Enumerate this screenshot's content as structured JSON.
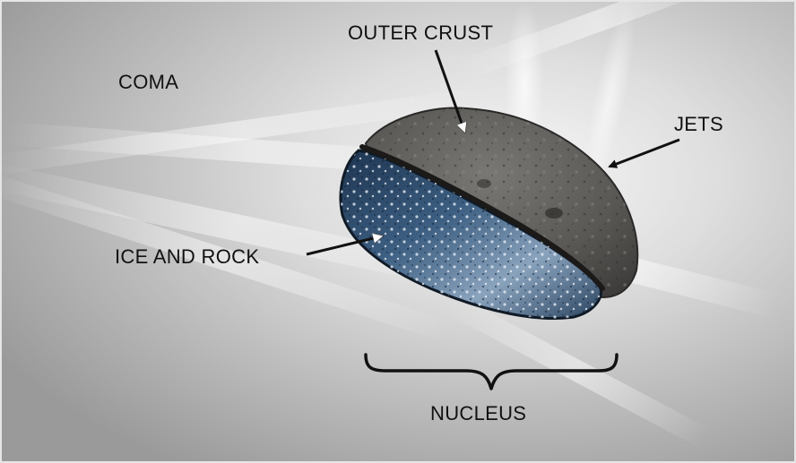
{
  "labels": {
    "coma": "COMA",
    "outer_crust": "OUTER CRUST",
    "jets": "JETS",
    "ice_and_rock": "ICE AND ROCK",
    "nucleus": "NUCLEUS"
  },
  "colors": {
    "coma_glow": "#f4f4f4",
    "coma_haze": "#9a9a9a",
    "crust": "#5f5d5a",
    "crust_dark": "#3c3b39",
    "ice": "#2c4866",
    "ice_highlight": "#c9d6e4",
    "text": "#111111"
  }
}
